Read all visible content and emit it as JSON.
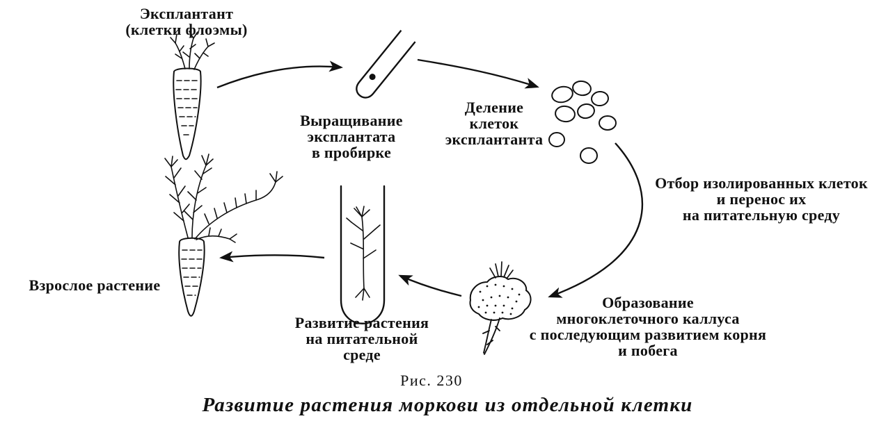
{
  "figure": {
    "number": "Рис. 230",
    "caption": "Развитие растения моркови из отдельной клетки"
  },
  "labels": {
    "explant": "Эксплантант\n(клетки флоэмы)",
    "cultivation": "Выращивание\nэксплантата\nв пробирке",
    "division": "Деление\nклеток\nэксплантанта",
    "selection": "Отбор изолированных клеток\nи перенос их\nна питательную среду",
    "callus": "Образование\nмногоклеточного каллуса\nс последующим развитием корня\nи побега",
    "development": "Развитие растения\nна питательной\nсреде",
    "adult": "Взрослое растение"
  },
  "icons": {
    "explant_drawing": "carrot-explant",
    "tilted_tube": "tilted-test-tube-with-cell",
    "cells": "dividing-cells-cluster",
    "callus": "callus-with-root-and-shoot",
    "tube_plantlet": "test-tube-with-plantlet",
    "adult_plant": "adult-carrot-plant"
  },
  "colors": {
    "ink": "#111111",
    "background": "#ffffff"
  }
}
